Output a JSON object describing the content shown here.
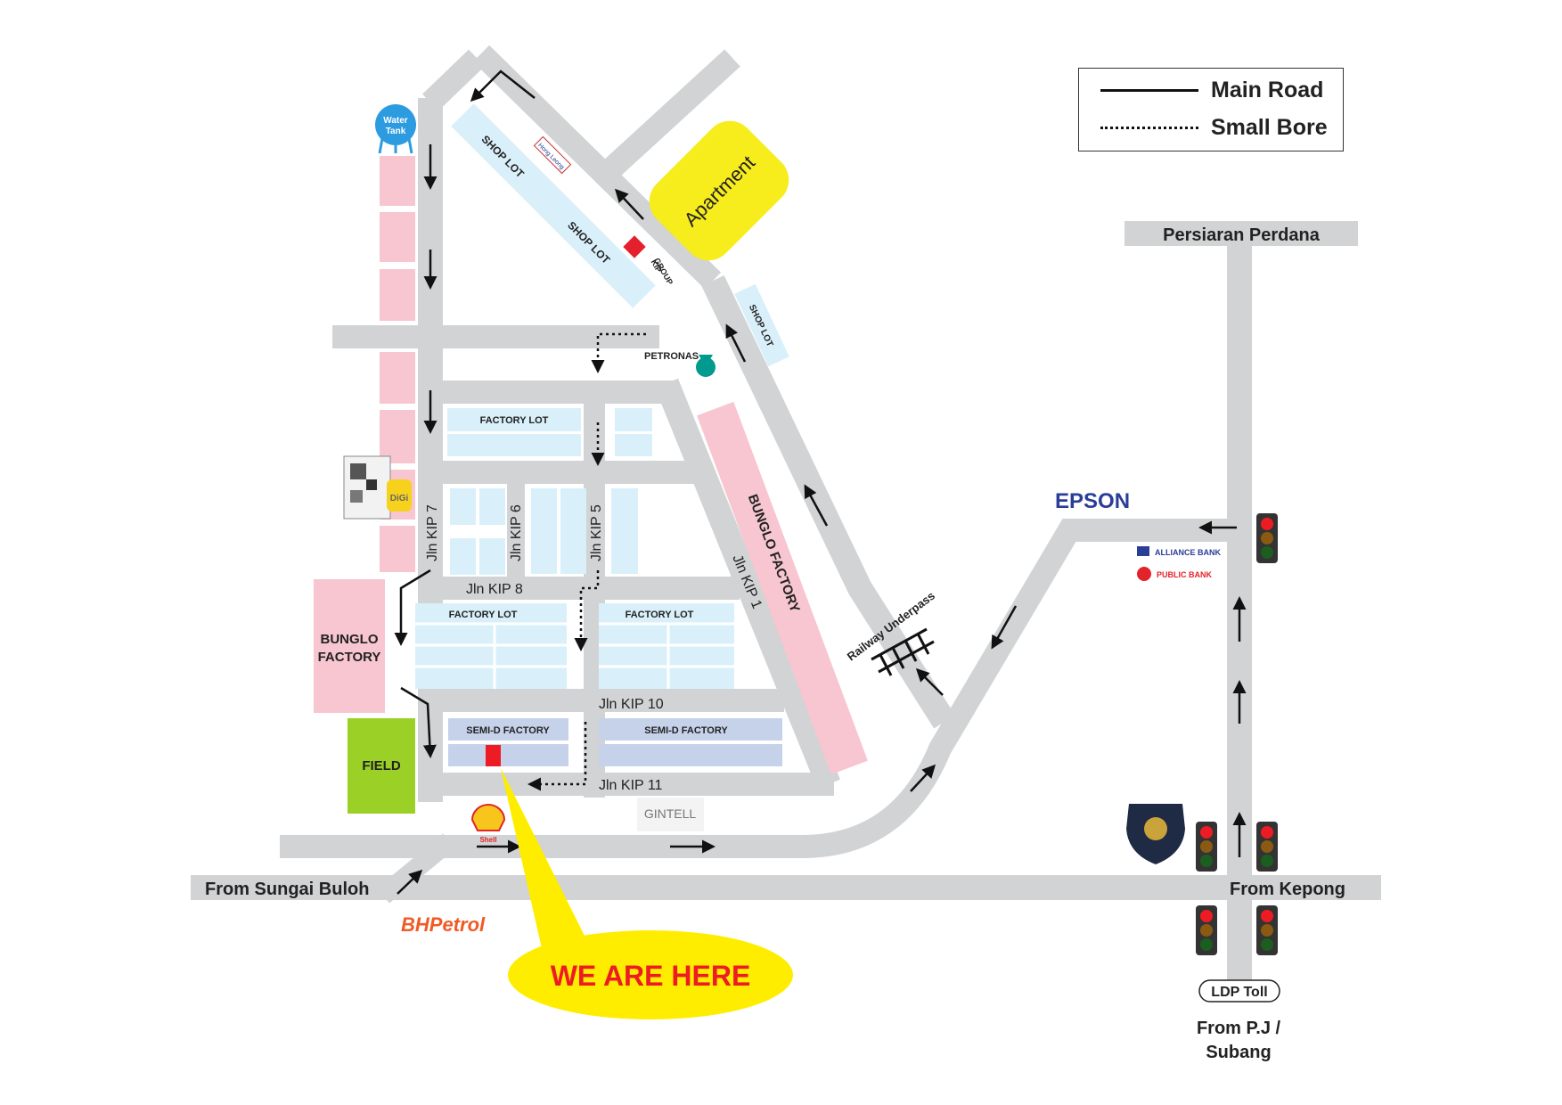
{
  "legend": {
    "main_road": "Main Road",
    "small_bore": "Small Bore"
  },
  "roads": {
    "persiaran_perdana": "Persiaran Perdana",
    "from_sungai_buloh": "From Sungai Buloh",
    "from_kepong": "From Kepong",
    "ldp_toll": "LDP Toll",
    "from_pj_line1": "From P.J /",
    "from_pj_line2": "Subang",
    "jln_kip_1": "Jln KIP 1",
    "jln_kip_5": "Jln KIP 5",
    "jln_kip_6": "Jln KIP 6",
    "jln_kip_7": "Jln KIP 7",
    "jln_kip_8": "Jln KIP 8",
    "jln_kip_10": "Jln KIP 10",
    "jln_kip_11": "Jln KIP 11",
    "railway_underpass": "Railway Underpass"
  },
  "places": {
    "water_tank_line1": "Water",
    "water_tank_line2": "Tank",
    "shop_lot": "SHOP LOT",
    "apartment": "Apartment",
    "petronas": "PETRONAS",
    "factory_lot": "FACTORY LOT",
    "bunglo_factory": "BUNGLO FACTORY",
    "bunglo_factory_line1": "BUNGLO",
    "bunglo_factory_line2": "FACTORY",
    "semi_d_factory": "SEMI-D FACTORY",
    "field": "FIELD",
    "epson": "EPSON",
    "alliance_bank": "ALLIANCE BANK",
    "public_bank": "PUBLIC BANK",
    "kip_group_line1": "KIP",
    "kip_group_line2": "GROUP",
    "hong_leong": "Hong Leong",
    "digi": "DiGi",
    "gintell": "GINTELL",
    "shell": "Shell",
    "bhp_petrol": "BHPetrol",
    "we_are_here": "WE ARE HERE"
  },
  "colors": {
    "road": "#d1d3d4",
    "pink": "#f7c6d0",
    "light_blue": "#d9f0fa",
    "semi_d": "#c6d2ea",
    "apartment": "#f7ec1c",
    "field": "#9bd126",
    "highlight": "#ed1c24",
    "epson": "#2b3e97"
  }
}
